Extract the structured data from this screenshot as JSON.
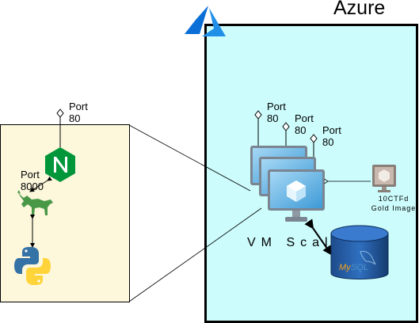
{
  "azure": {
    "title": "Azure"
  },
  "left_panel": {
    "ports": [
      {
        "line1": "Port",
        "line2": "80"
      },
      {
        "line1": "Port",
        "line2": "8000"
      }
    ]
  },
  "vm_scale_set": {
    "label": "VM Scale Set",
    "ports": [
      {
        "line1": "Port",
        "line2": "80"
      },
      {
        "line1": "Port",
        "line2": "80"
      },
      {
        "line1": "Port",
        "line2": "80"
      }
    ]
  },
  "gold_image": {
    "line1": "10CTFd",
    "line2": "Gold Image"
  },
  "icons": {
    "azure_logo": "azure-logo-icon",
    "nginx": "nginx-icon",
    "gunicorn": "gunicorn-unicorn-icon",
    "python": "python-icon",
    "vm": "vm-monitor-icon",
    "mysql": "mysql-database-icon"
  },
  "colors": {
    "azure_bg": "#ccfcfc",
    "left_bg": "#fdf7dc",
    "nginx": "#009639",
    "azure_blue": "#0a6fd6"
  }
}
